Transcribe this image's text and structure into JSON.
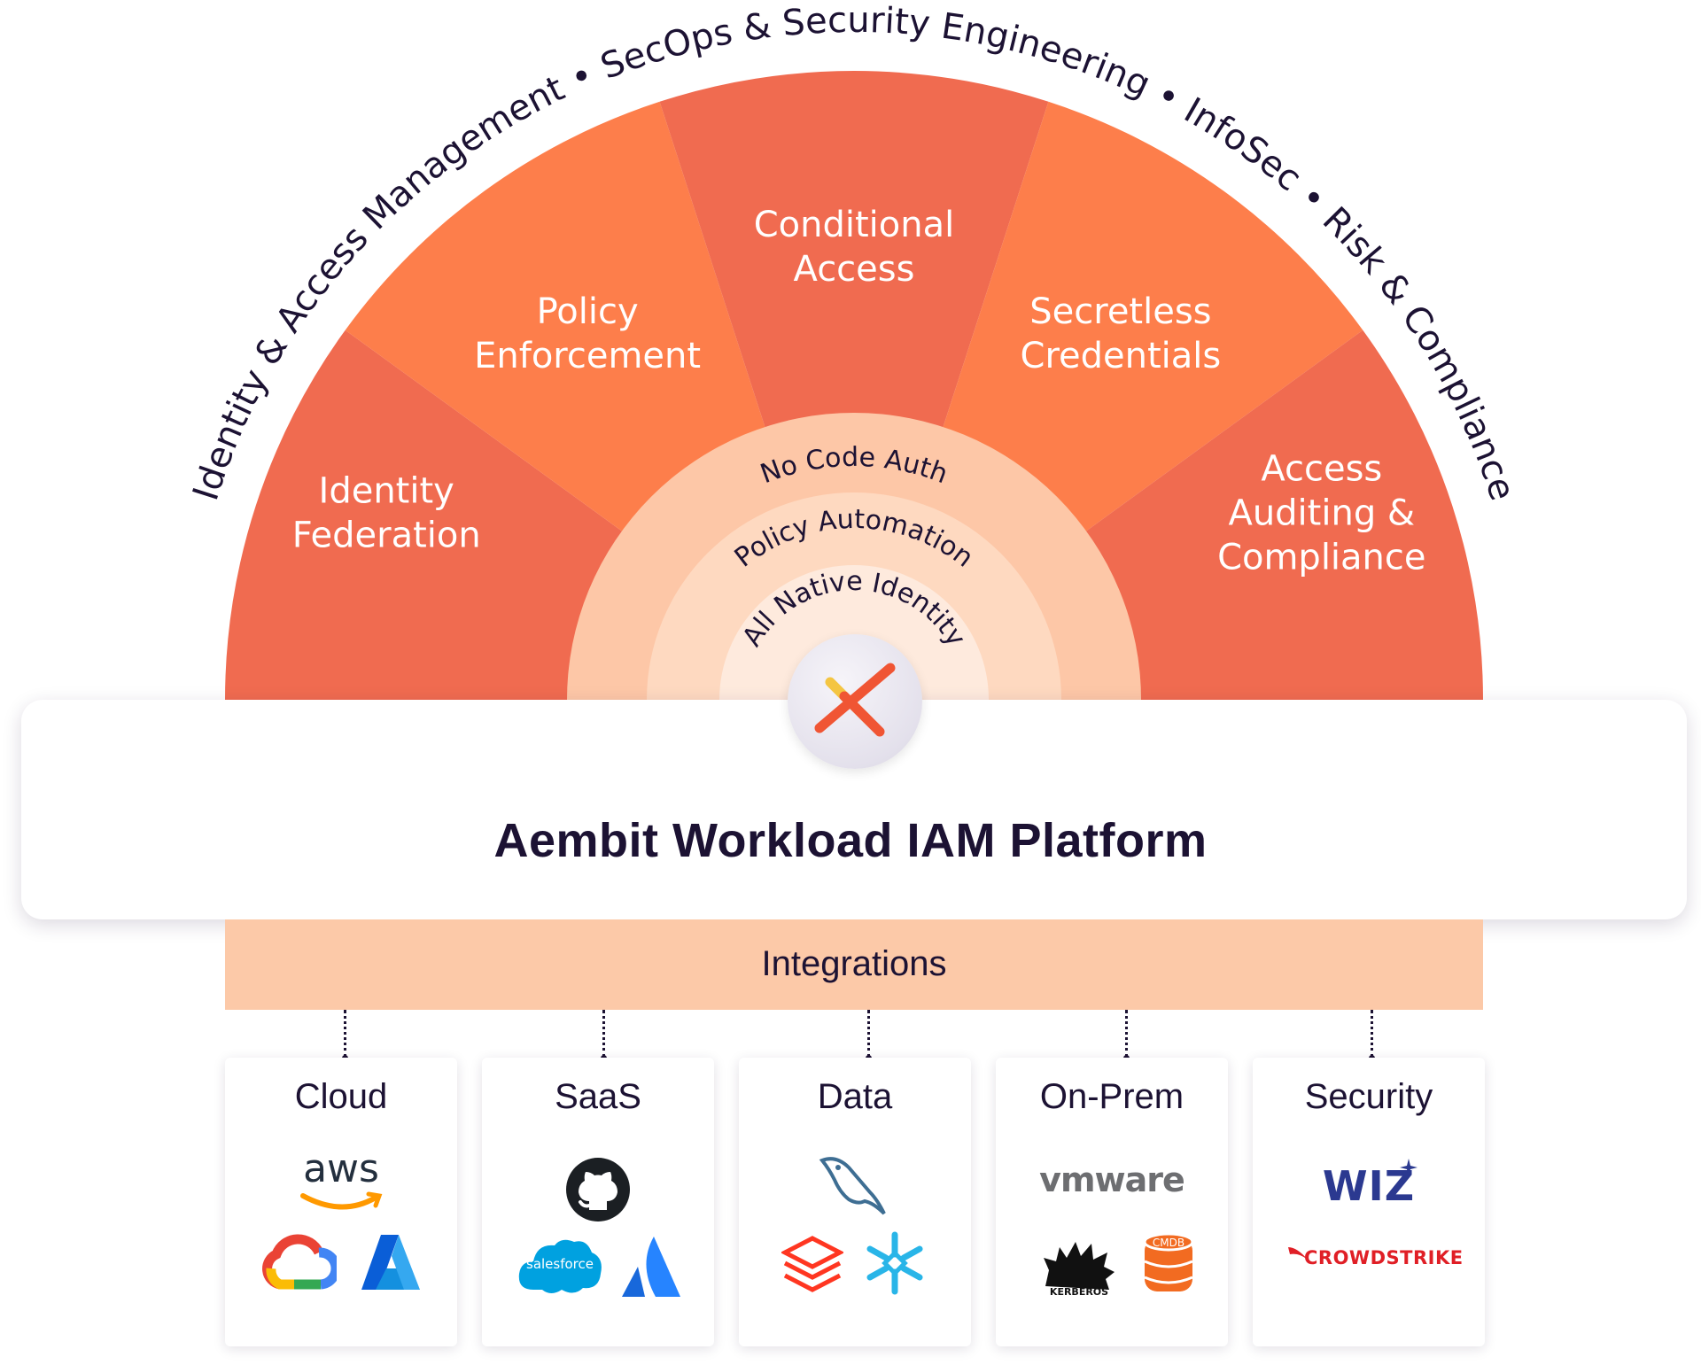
{
  "audience_ring": [
    "Identity & Access Management",
    "SecOps & Security Engineering",
    "InfoSec",
    "Risk & Compliance"
  ],
  "capabilities": [
    {
      "lines": [
        "Identity",
        "Federation"
      ],
      "color": "#f06b50"
    },
    {
      "lines": [
        "Policy",
        "Enforcement"
      ],
      "color": "#fd7e4b"
    },
    {
      "lines": [
        "Conditional",
        "Access"
      ],
      "color": "#f06b50"
    },
    {
      "lines": [
        "Secretless",
        "Credentials"
      ],
      "color": "#fd7e4b"
    },
    {
      "lines": [
        "Access",
        "Auditing &",
        "Compliance"
      ],
      "color": "#f06b50"
    }
  ],
  "core_rings": [
    "No Code Auth",
    "Policy Automation",
    "All Native Identity"
  ],
  "platform": {
    "title": "Aembit Workload IAM Platform"
  },
  "integrations": {
    "label": "Integrations"
  },
  "categories": [
    {
      "title": "Cloud",
      "logos": [
        "aws-logo",
        "google-cloud-logo",
        "azure-logo"
      ],
      "aws_text": "aws"
    },
    {
      "title": "SaaS",
      "logos": [
        "github-logo",
        "salesforce-logo",
        "atlassian-logo"
      ],
      "salesforce_text": "salesforce"
    },
    {
      "title": "Data",
      "logos": [
        "mysql-logo",
        "databricks-logo",
        "snowflake-logo"
      ]
    },
    {
      "title": "On-Prem",
      "logos": [
        "vmware-logo",
        "kerberos-logo",
        "cmdb-logo"
      ],
      "vmware_text": "vmware",
      "kerberos_text": "KERBEROS",
      "cmdb_text": "CMDB"
    },
    {
      "title": "Security",
      "logos": [
        "wiz-logo",
        "crowdstrike-logo"
      ],
      "wiz_text": "WIZ",
      "crowdstrike_text": "CROWDSTRIKE"
    }
  ],
  "colors": {
    "sector_dark": "#f06b50",
    "sector_light": "#fd7e4b",
    "ring_outer": "#fdc7a7",
    "ring_middle": "#fed9c0",
    "ring_inner": "#feeadd",
    "integrations_bar": "#fcc9a8",
    "text_dark": "#1c1233"
  }
}
